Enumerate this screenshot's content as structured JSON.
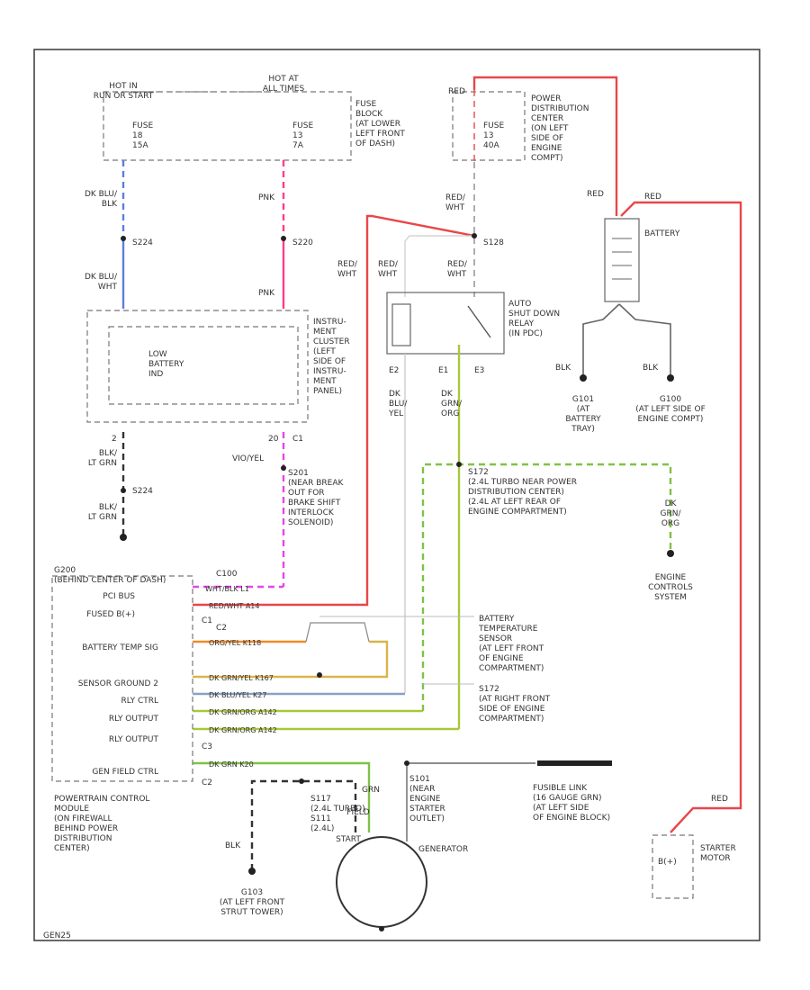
{
  "colors": {
    "red": "#e8474a",
    "pink": "#ff3d8b",
    "blue": "#5b7fe0",
    "green": "#7fc246",
    "yellow_green": "#a9c73c",
    "orange": "#f08a24",
    "gray": "#9a9a9a",
    "black": "#333333",
    "violet": "#e646e6"
  },
  "labels": {
    "hot_run_start": [
      "HOT IN",
      "RUN OR START"
    ],
    "hot_at_all_times": [
      "HOT AT",
      "ALL TIMES"
    ],
    "fuse_left": [
      "FUSE",
      "18",
      "15A"
    ],
    "fuse_mid": [
      "FUSE",
      "13",
      "7A"
    ],
    "fuse_right": [
      "FUSE",
      "13",
      "40A"
    ],
    "fuse_block_note": [
      "FUSE",
      "BLOCK",
      "(AT LOWER",
      "LEFT FRONT",
      "OF DASH)"
    ],
    "pdc_note": [
      "POWER",
      "DISTRIBUTION",
      "CENTER",
      "(ON LEFT",
      "SIDE OF",
      "ENGINE",
      "COMPT)"
    ],
    "red_top": "RED",
    "red_battery_a": "RED",
    "red_battery_b": "RED",
    "battery": "BATTERY",
    "dk_blu_blk": [
      "DK BLU/",
      "BLK"
    ],
    "s224": "S224",
    "dk_blu_wht": [
      "DK BLU/",
      "WHT"
    ],
    "pnk_a": "PNK",
    "s220": "S220",
    "pnk_b": "PNK",
    "red_wht_a": [
      "RED/",
      "WHT"
    ],
    "s128": "S128",
    "red_wht_b": [
      "RED/",
      "WHT"
    ],
    "red_wht_c": [
      "RED/",
      "WHT"
    ],
    "red_wht_d": [
      "RED/",
      "WHT"
    ],
    "asd_relay": [
      "AUTO",
      "SHUT DOWN",
      "RELAY",
      "(IN PDC)"
    ],
    "ic_note": [
      "INSTRU-",
      "MENT",
      "CLUSTER",
      "(LEFT",
      "SIDE OF",
      "INSTRU-",
      "MENT",
      "PANEL)"
    ],
    "low_battery": [
      "LOW",
      "BATTERY",
      "IND"
    ],
    "pin_e2": "E2",
    "pin_e1": "E1",
    "pin_e3": "E3",
    "dk_blu_yel": [
      "DK",
      "BLU/",
      "YEL"
    ],
    "dk_grn_org": [
      "DK",
      "GRN/",
      "ORG"
    ],
    "blk_a": "BLK",
    "blk_b": "BLK",
    "g101": [
      "G101",
      "(AT",
      "BATTERY",
      "TRAY)"
    ],
    "g100": [
      "G100",
      "(AT LEFT SIDE OF",
      "ENGINE COMPT)"
    ],
    "pin_2": "2",
    "pin_20": "20",
    "pin_c1": "C1",
    "violet_yel": "VIO/YEL",
    "blk_lt_grn_a": [
      "BLK/",
      "LT GRN"
    ],
    "s224b": "S224",
    "blk_lt_grn_b": [
      "BLK/",
      "LT GRN"
    ],
    "s201_note": [
      "S201",
      "(NEAR BREAK",
      "OUT FOR",
      "BRAKE SHIFT",
      "INTERLOCK",
      "SOLENOID)"
    ],
    "s172_note": [
      "S172",
      "(2.4L TURBO NEAR POWER",
      "DISTRIBUTION CENTER)",
      "(2.4L AT LEFT REAR OF",
      "ENGINE COMPARTMENT)"
    ],
    "dk_grn_org_b": [
      "DK",
      "GRN/",
      "ORG"
    ],
    "ecs": [
      "ENGINE",
      "CONTROLS",
      "SYSTEM"
    ],
    "g200": [
      "G200",
      "(BEHIND CENTER OF DASH)"
    ],
    "pci_bus": "PCI BUS",
    "fused_b": "FUSED B(+)",
    "battery_temp": "BATTERY TEMP SIG",
    "sensor_ground": "SENSOR GROUND 2",
    "rly_ctrl": "RLY CTRL",
    "rly_output_a": "RLY OUTPUT",
    "rly_output_b": "RLY OUTPUT",
    "gen_field": "GEN FIELD CTRL",
    "c100": "C100",
    "c1a": "C1",
    "c2a": "C2",
    "c3": "C3",
    "c2b": "C2",
    "bts_note": [
      "BATTERY",
      "TEMPERATURE",
      "SENSOR",
      "(AT LEFT FRONT",
      "OF ENGINE",
      "COMPARTMENT)"
    ],
    "s172b_note": [
      "S172",
      "(AT RIGHT FRONT",
      "SIDE OF ENGINE",
      "COMPARTMENT)"
    ],
    "fusible": [
      "FUSIBLE LINK",
      "(16 GAUGE GRN)",
      "(AT LEFT SIDE",
      "OF ENGINE BLOCK)"
    ],
    "red_starter": "RED",
    "starter": [
      "STARTER",
      "MOTOR"
    ],
    "b_plus": "B(+)",
    "pcm_note": [
      "POWERTRAIN CONTROL",
      "MODULE",
      "(ON FIREWALL",
      "BEHIND POWER",
      "DISTRIBUTION",
      "CENTER)"
    ],
    "s101_note": [
      "S101",
      "(NEAR",
      "ENGINE",
      "STARTER",
      "OUTLET)"
    ],
    "generator": "GENERATOR",
    "s117_note": [
      "S117",
      "(2.4L TURBO)",
      "S111",
      "(2.4L)"
    ],
    "blk_c": "BLK",
    "g103": [
      "G103",
      "(AT LEFT FRONT",
      "STRUT TOWER)"
    ],
    "field_label": "FIELD",
    "start_label": "START",
    "grn_label": "GRN",
    "wire_codes": {
      "pci": "WHT/BLK   L1",
      "fused": "RED/WHT  A14",
      "temp": "ORG/YEL   K118",
      "ground": "DK GRN/YEL  K167",
      "rly_ctrl": "DK BLU/YEL   K27",
      "rly_out_a": "DK GRN/ORG   A142",
      "rly_out_b": "DK GRN/ORG   A142",
      "field": "DK GRN   K20"
    },
    "footer": "GEN25"
  }
}
